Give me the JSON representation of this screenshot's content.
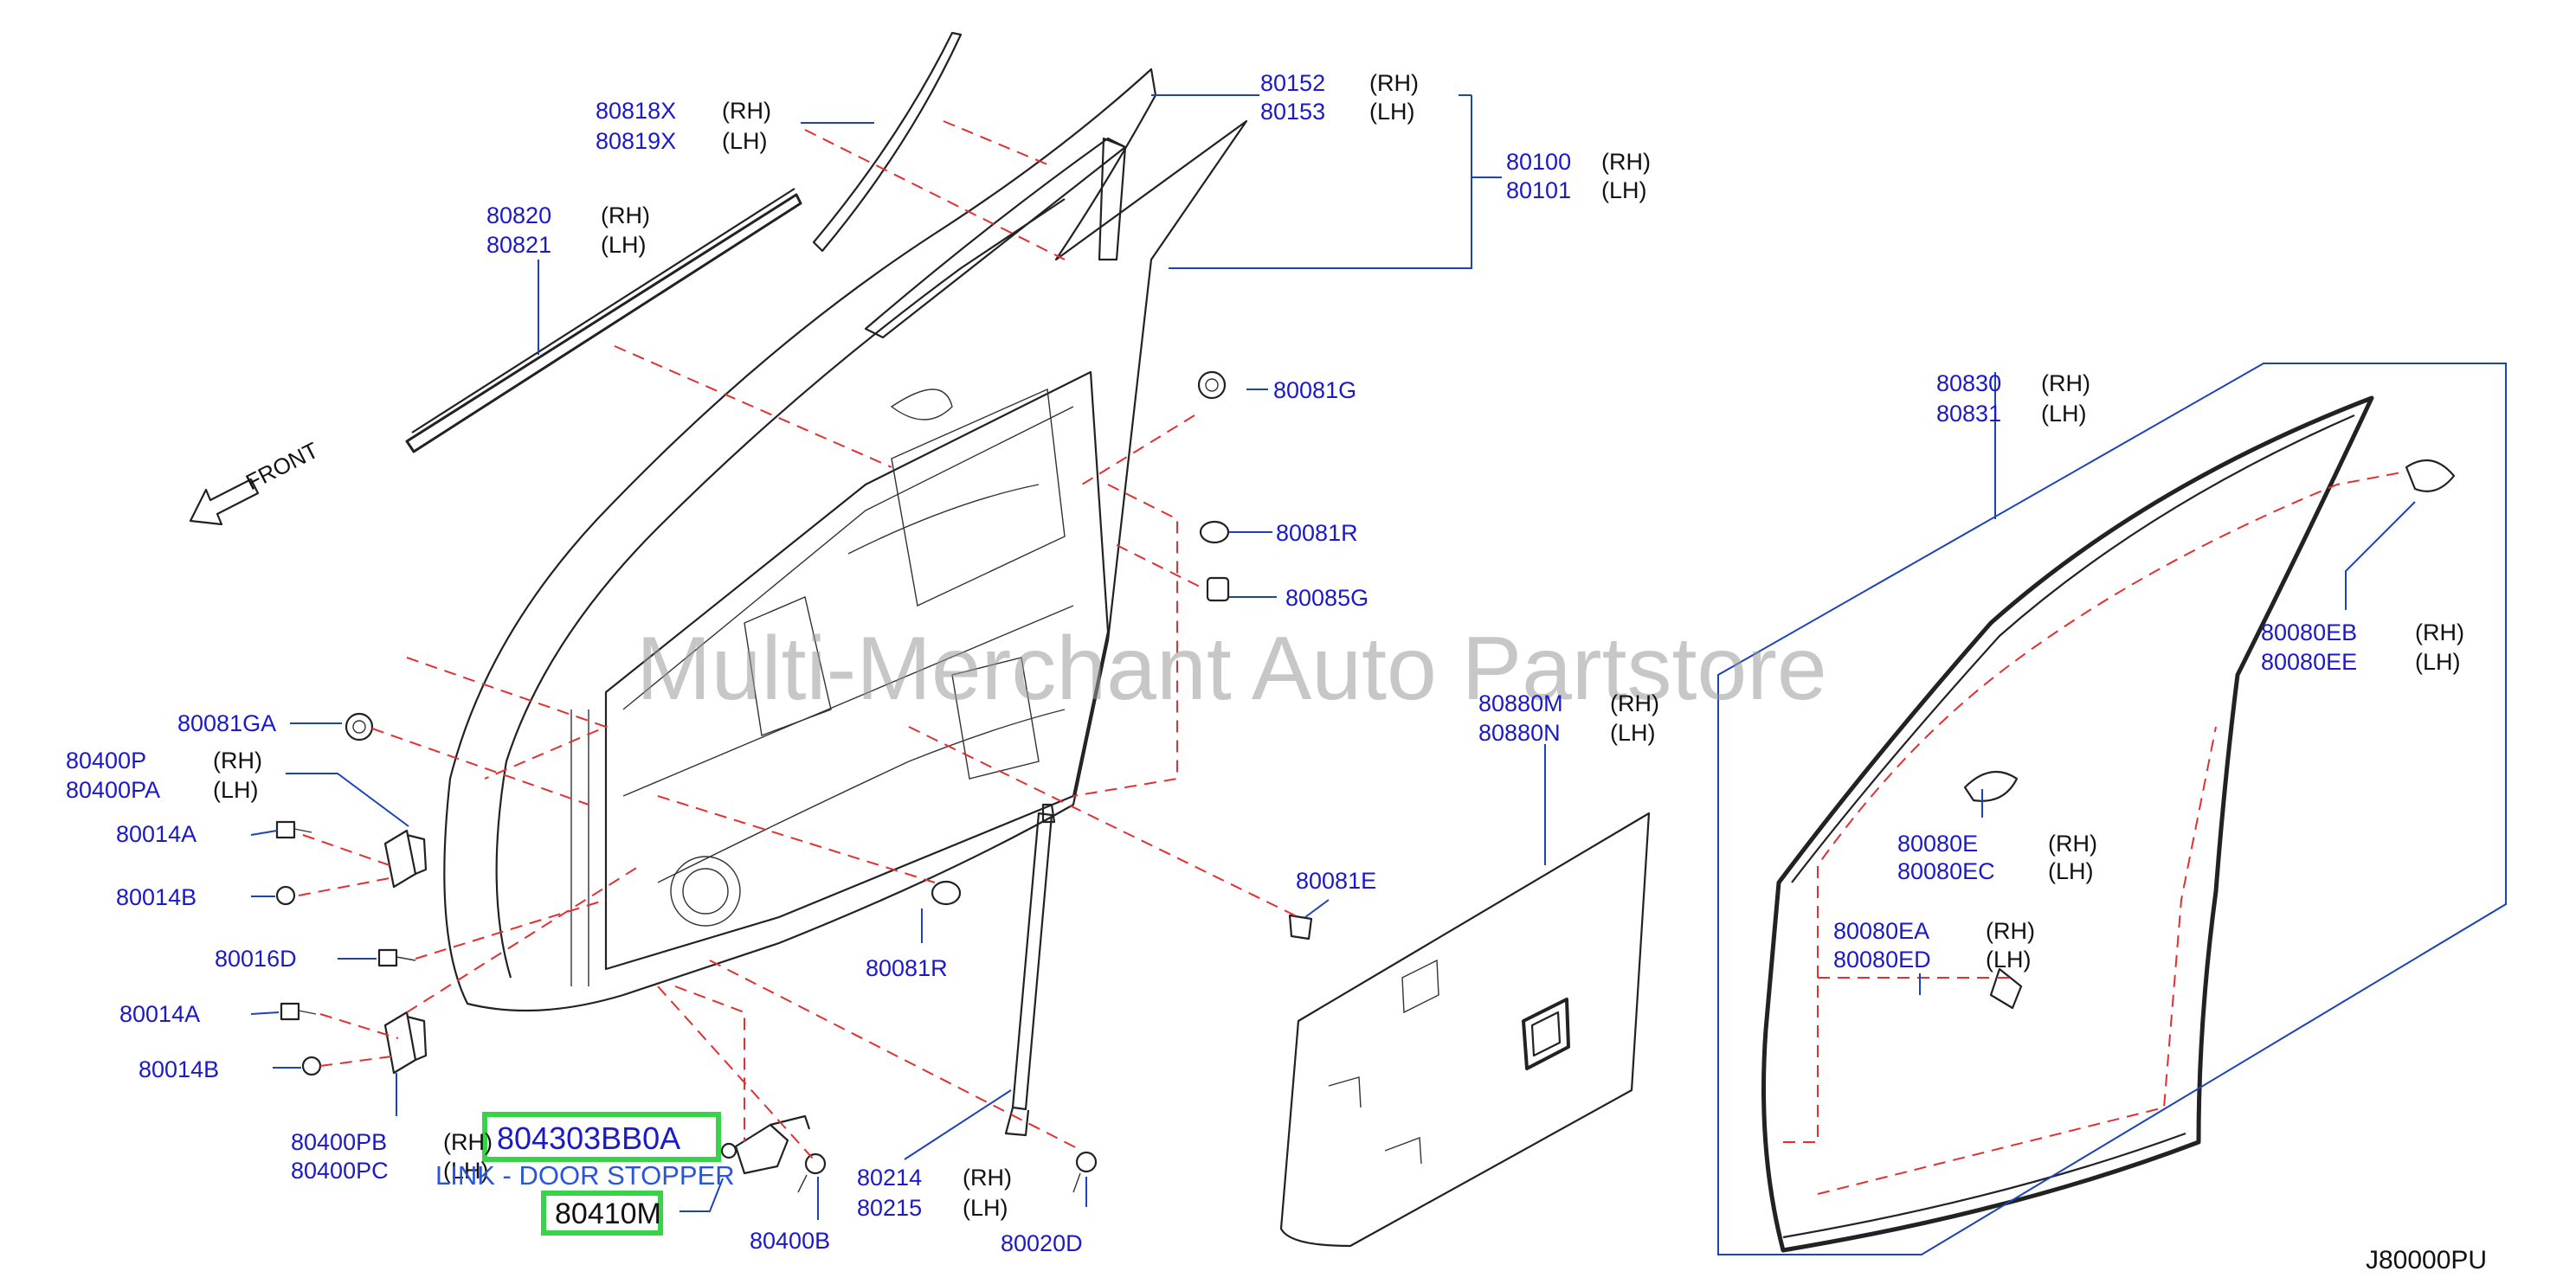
{
  "watermark": "Multi-Merchant Auto Partstore",
  "front_label": "FRONT",
  "diagram_code": "J80000PU",
  "highlight": {
    "part_number": "804303BB0A",
    "description": "LINK - DOOR STOPPER",
    "secondary_part": "80410M"
  },
  "colors": {
    "part_number": "#1a1ac8",
    "highlight_box": "#39d34a",
    "callout_dash": "#e23030",
    "leader": "#1a44b8"
  },
  "labels": {
    "p80818x": "80818X",
    "p80818x_side": "(RH)",
    "p80819x": "80819X",
    "p80819x_side": "(LH)",
    "p80152": "80152",
    "p80152_side": "(RH)",
    "p80153": "80153",
    "p80153_side": "(LH)",
    "p80100": "80100",
    "p80100_side": "(RH)",
    "p80101": "80101",
    "p80101_side": "(LH)",
    "p80820": "80820",
    "p80820_side": "(RH)",
    "p80821": "80821",
    "p80821_side": "(LH)",
    "p80081g": "80081G",
    "p80081r_top": "80081R",
    "p80085g": "80085G",
    "p80081ga": "80081GA",
    "p80400p": "80400P",
    "p80400p_side": "(RH)",
    "p80400pa": "80400PA",
    "p80400pa_side": "(LH)",
    "p80014a_1": "80014A",
    "p80014b_1": "80014B",
    "p80016d": "80016D",
    "p80014a_2": "80014A",
    "p80014b_2": "80014B",
    "p80400pb": "80400PB",
    "p80400pb_side": "(RH)",
    "p80400pc": "80400PC",
    "p80400pc_side": "(LH)",
    "p80400b": "80400B",
    "p80081r_bottom": "80081R",
    "p80081e": "80081E",
    "p80214": "80214",
    "p80214_side": "(RH)",
    "p80215": "80215",
    "p80215_side": "(LH)",
    "p80020d": "80020D",
    "p80880m": "80880M",
    "p80880m_side": "(RH)",
    "p80880n": "80880N",
    "p80880n_side": "(LH)",
    "p80830": "80830",
    "p80830_side": "(RH)",
    "p80831": "80831",
    "p80831_side": "(LH)",
    "p80080eb": "80080EB",
    "p80080eb_side": "(RH)",
    "p80080ee": "80080EE",
    "p80080ee_side": "(LH)",
    "p80080e": "80080E",
    "p80080e_side": "(RH)",
    "p80080ec": "80080EC",
    "p80080ec_side": "(LH)",
    "p80080ea": "80080EA",
    "p80080ea_side": "(RH)",
    "p80080ed": "80080ED",
    "p80080ed_side": "(LH)"
  }
}
